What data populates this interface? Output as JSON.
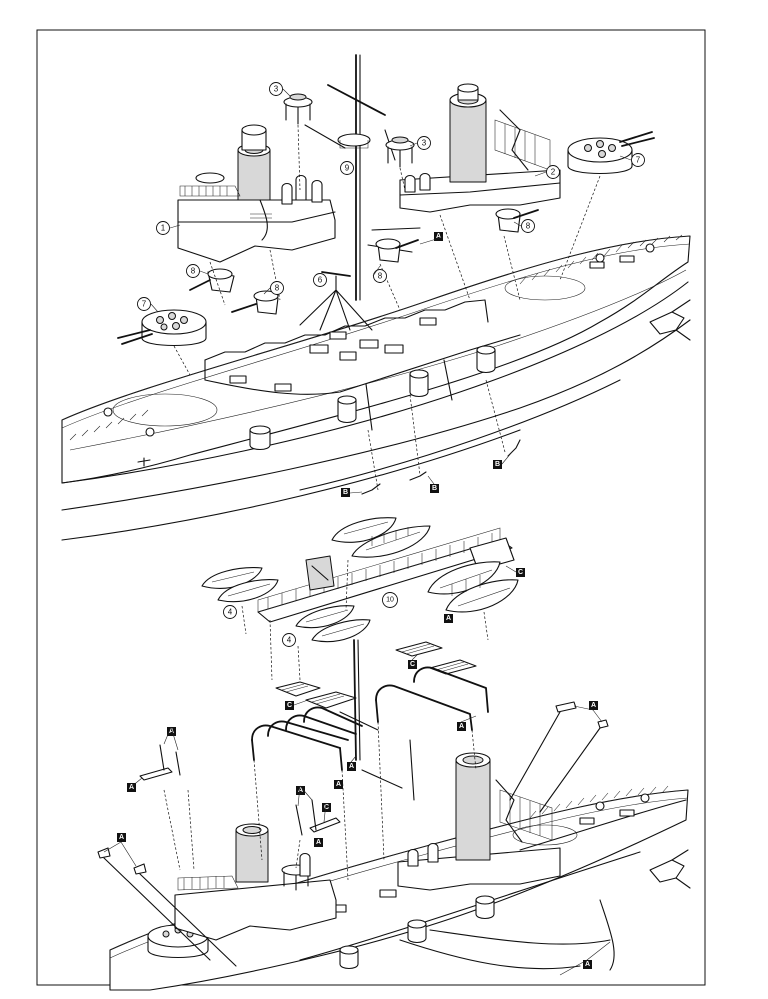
{
  "sheet": {
    "colors": {
      "line": "#111111",
      "paper": "#ffffff",
      "tag_fill": "#111111",
      "tag_text": "#ffffff"
    }
  },
  "part_numbers": {
    "one": "1",
    "two": "2",
    "three": "3",
    "four": "4",
    "six": "6",
    "seven": "7",
    "eight": "8",
    "nine": "9",
    "ten": "10"
  },
  "letter_tags": {
    "a": "A",
    "b": "B",
    "c": "C"
  }
}
